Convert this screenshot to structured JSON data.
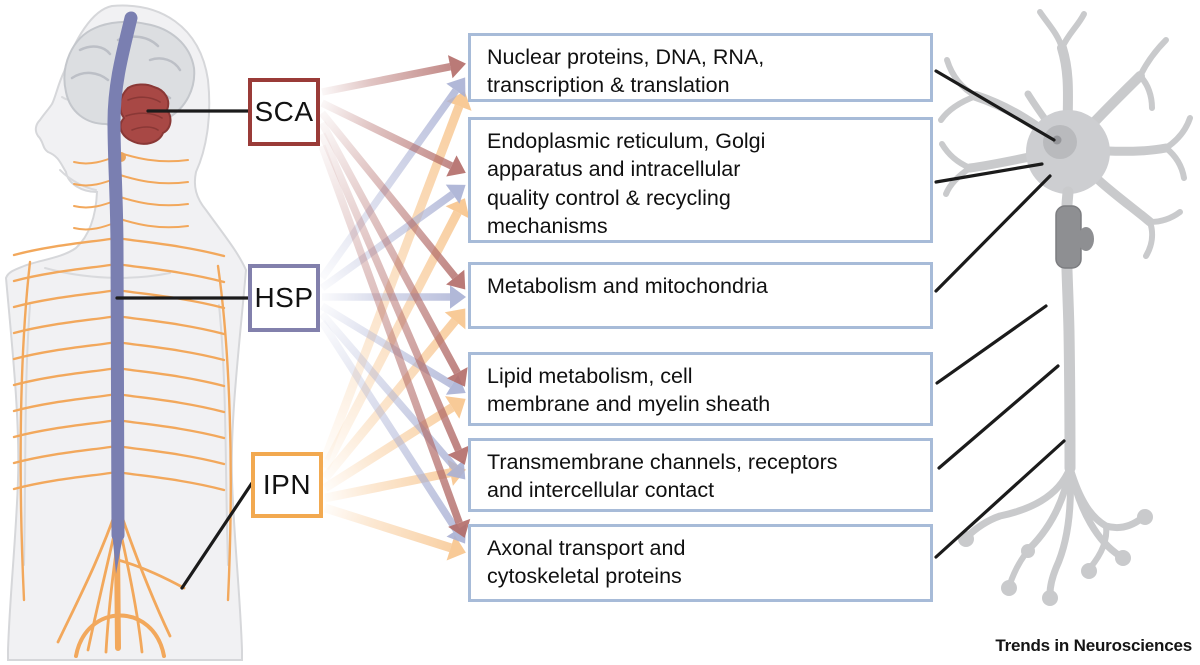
{
  "journal": "Trends in Neurosciences",
  "disease_labels": [
    {
      "id": "sca",
      "text": "SCA",
      "border_color": "#9a3b38",
      "arrow_color": "#b26b68"
    },
    {
      "id": "hsp",
      "text": "HSP",
      "border_color": "#8280ac",
      "arrow_color": "#a9b0d4"
    },
    {
      "id": "ipn",
      "text": "IPN",
      "border_color": "#f2a950",
      "arrow_color": "#f7c48c"
    }
  ],
  "categories": [
    {
      "text": "Nuclear proteins, DNA, RNA,\ntranscription & translation"
    },
    {
      "text": "Endoplasmic reticulum, Golgi\napparatus and intracellular\nquality control & recycling\nmechanisms"
    },
    {
      "text": "Metabolism and mitochondria"
    },
    {
      "text": "Lipid metabolism, cell\nmembrane and myelin sheath"
    },
    {
      "text": "Transmembrane channels, receptors\nand intercellular contact"
    },
    {
      "text": "Axonal transport and\ncytoskeletal proteins"
    }
  ],
  "connections": [
    {
      "from": "ipn",
      "targets": [
        0,
        1,
        2,
        3,
        4,
        5
      ]
    },
    {
      "from": "hsp",
      "targets": [
        0,
        1,
        2,
        3,
        4,
        5
      ]
    },
    {
      "from": "sca",
      "targets": [
        0,
        1,
        2,
        3,
        4,
        5
      ]
    }
  ],
  "colors": {
    "category_border": "#a7bbd8",
    "pointer_line": "#1b1b1b",
    "peripheral_nerves": "#f2a85c",
    "spinal_cord": "#7a7fb1",
    "cerebellum": "#a84845",
    "brain": "#dcdee1",
    "neuron": "#c9cacc"
  }
}
